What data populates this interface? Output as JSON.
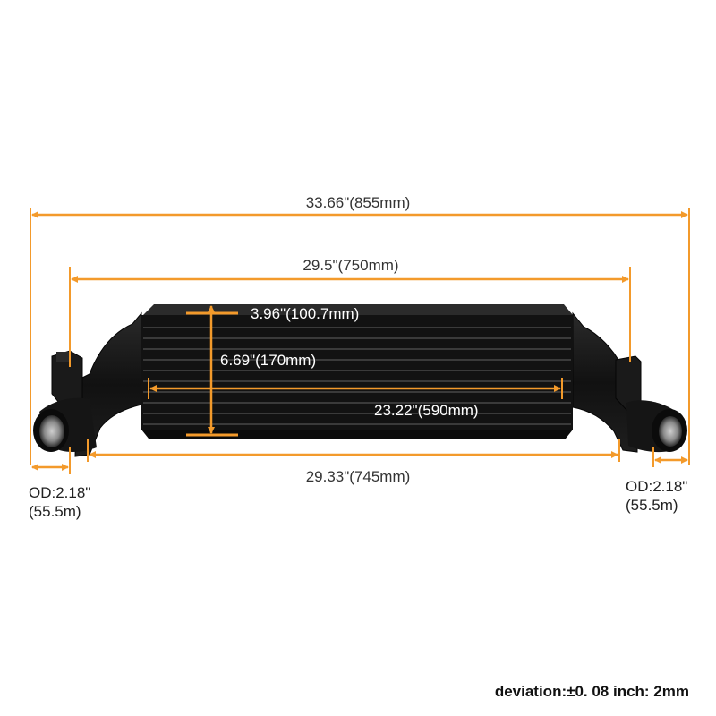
{
  "dimensions": {
    "overall_length": "33.66\"(855mm)",
    "core_length_top": "29.5\"(750mm)",
    "core_thickness": "3.96\"(100.7mm)",
    "core_height": "6.69\"(170mm)",
    "fin_width": "23.22\"(590mm)",
    "bottom_length": "29.33\"(745mm)"
  },
  "outlet_left": {
    "od": "OD:2.18\"",
    "metric": "(55.5m)"
  },
  "outlet_right": {
    "od": "OD:2.18\"",
    "metric": "(55.5m)"
  },
  "footer": {
    "tolerance": "deviation:±0. 08 inch: 2mm"
  },
  "colors": {
    "dimension_line": "#f39a2b",
    "body": "#141414"
  }
}
